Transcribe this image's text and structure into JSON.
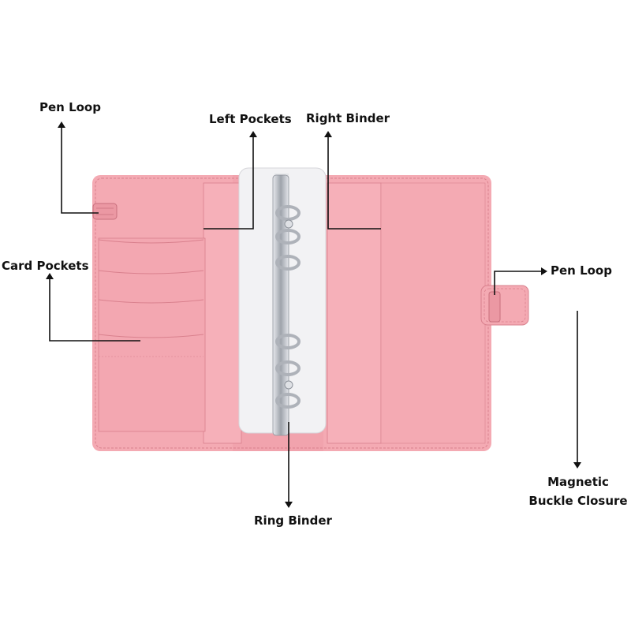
{
  "colors": {
    "cover": "#f4aab3",
    "cover_shade": "#eb98a3",
    "stitch": "#d9808d",
    "paper": "#f2f2f4",
    "ring_metal": "#c9ccd2",
    "arrow": "#111111"
  },
  "labels": {
    "pen_loop_left": "Pen Loop",
    "left_pockets": "Left Pockets",
    "right_binder": "Right Binder",
    "card_pockets": "Card Pockets",
    "pen_loop_right": "Pen Loop",
    "magnetic_line1": "Magnetic",
    "magnetic_line2": "Buckle Closure",
    "ring_binder": "Ring Binder"
  }
}
